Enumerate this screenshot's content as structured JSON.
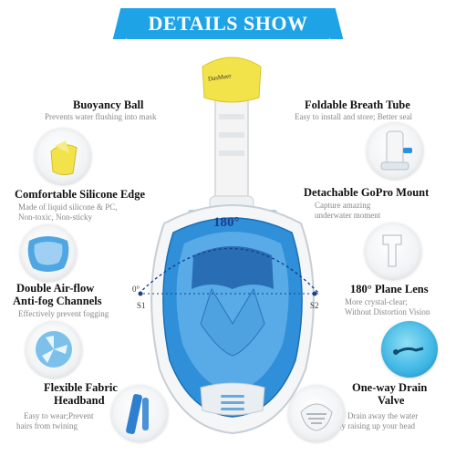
{
  "banner": {
    "title": "DETAILS SHOW"
  },
  "brand_on_mask": "DasMeer",
  "angle": {
    "degrees": "180°",
    "zero": "0°",
    "s1": "S1",
    "s2": "S2"
  },
  "left_features": [
    {
      "title": "Buoyancy Ball",
      "desc": [
        "Prevents water flushing into mask"
      ]
    },
    {
      "title": "Comfortable Silicone Edge",
      "desc": [
        "Made of liquid silicone & PC,",
        "Non-toxic, Non-sticky"
      ]
    },
    {
      "title": "Double Air-flow",
      "title2": "Anti-fog Channels",
      "desc": [
        "Effectively prevent fogging"
      ]
    },
    {
      "title": "Flexible Fabric",
      "title2": "Headband",
      "desc": [
        "Easy to wear;Prevent",
        "hairs from twining"
      ]
    }
  ],
  "right_features": [
    {
      "title": "Foldable Breath Tube",
      "desc": [
        "Easy to install and store; Better seal"
      ]
    },
    {
      "title": "Detachable GoPro Mount",
      "desc": [
        "Capture amazing",
        "underwater moment"
      ]
    },
    {
      "title": "180° Plane Lens",
      "desc": [
        "More crystal-clear;",
        "Without Distortion Vision"
      ]
    },
    {
      "title": "One-way Drain",
      "title2": "Valve",
      "desc": [
        "Drain away the water",
        "by raising up your head"
      ]
    }
  ],
  "colors": {
    "banner": "#1ea3e6",
    "mask_blue": "#2f8fd8",
    "mask_white": "#f4f6f8",
    "float_yellow": "#f3e34a"
  }
}
